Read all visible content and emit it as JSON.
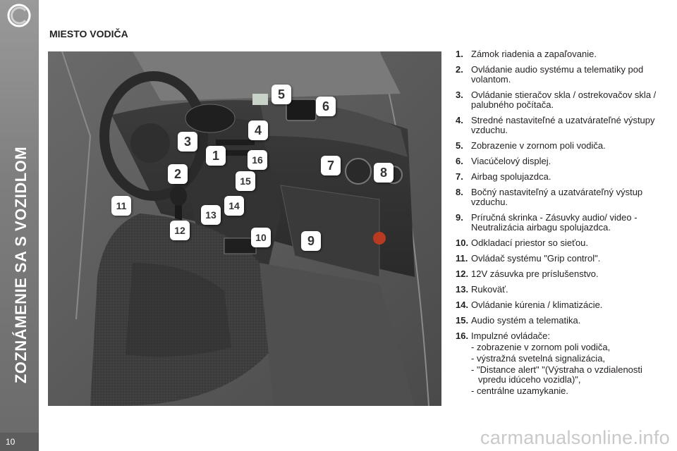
{
  "sidebar": {
    "section_title": "ZOZNÁMENIE SA S VOZIDLOM",
    "page_number": "10"
  },
  "page": {
    "heading": "MIESTO VODIČA"
  },
  "colors": {
    "sidebar": "#7e7e7e",
    "page_number_bg": "#5d5d5d",
    "callout_fill": "#ffffff",
    "callout_text": "#333333",
    "watermark": "#c9c9c9"
  },
  "callouts": [
    "1",
    "2",
    "3",
    "4",
    "5",
    "6",
    "7",
    "8",
    "9",
    "10",
    "11",
    "12",
    "13",
    "14",
    "15",
    "16"
  ],
  "legend": [
    {
      "num": "1.",
      "text": "Zámok riadenia a zapaľovanie."
    },
    {
      "num": "2.",
      "text": "Ovládanie audio systému a telematiky pod volantom."
    },
    {
      "num": "3.",
      "text": "Ovládanie stieračov skla / ostrekovačov skla / palubného počítača."
    },
    {
      "num": "4.",
      "text": "Stredné nastaviteľné a uzatvárateľné výstupy vzduchu."
    },
    {
      "num": "5.",
      "text": "Zobrazenie v zornom poli vodiča."
    },
    {
      "num": "6.",
      "text": "Viacúčelový displej."
    },
    {
      "num": "7.",
      "text": "Airbag spolujazdca."
    },
    {
      "num": "8.",
      "text": "Bočný nastaviteľný a uzatvárateľný výstup vzduchu."
    },
    {
      "num": "9.",
      "text": "Príručná skrinka - Zásuvky audio/ video - Neutralizácia airbagu spolujazdca."
    },
    {
      "num": "10.",
      "text": "Odkladací priestor so sieťou."
    },
    {
      "num": "11.",
      "text": "Ovládač systému \"Grip control\"."
    },
    {
      "num": "12.",
      "text": "12V zásuvka pre príslušenstvo."
    },
    {
      "num": "13.",
      "text": "Rukoväť."
    },
    {
      "num": "14.",
      "text": "Ovládanie kúrenia / klimatizácie."
    },
    {
      "num": "15.",
      "text": "Audio systém a telematika."
    },
    {
      "num": "16.",
      "text": "Impulzné ovládače:"
    }
  ],
  "legend_16_items": [
    "zobrazenie v zornom poli vodiča,",
    "výstražná svetelná signalizácia,",
    "\"Distance alert\" \"(Výstraha o vzdialenosti vpredu idúceho vozidla)\",",
    "centrálne uzamykanie."
  ],
  "watermark": "carmanualsonline.info"
}
